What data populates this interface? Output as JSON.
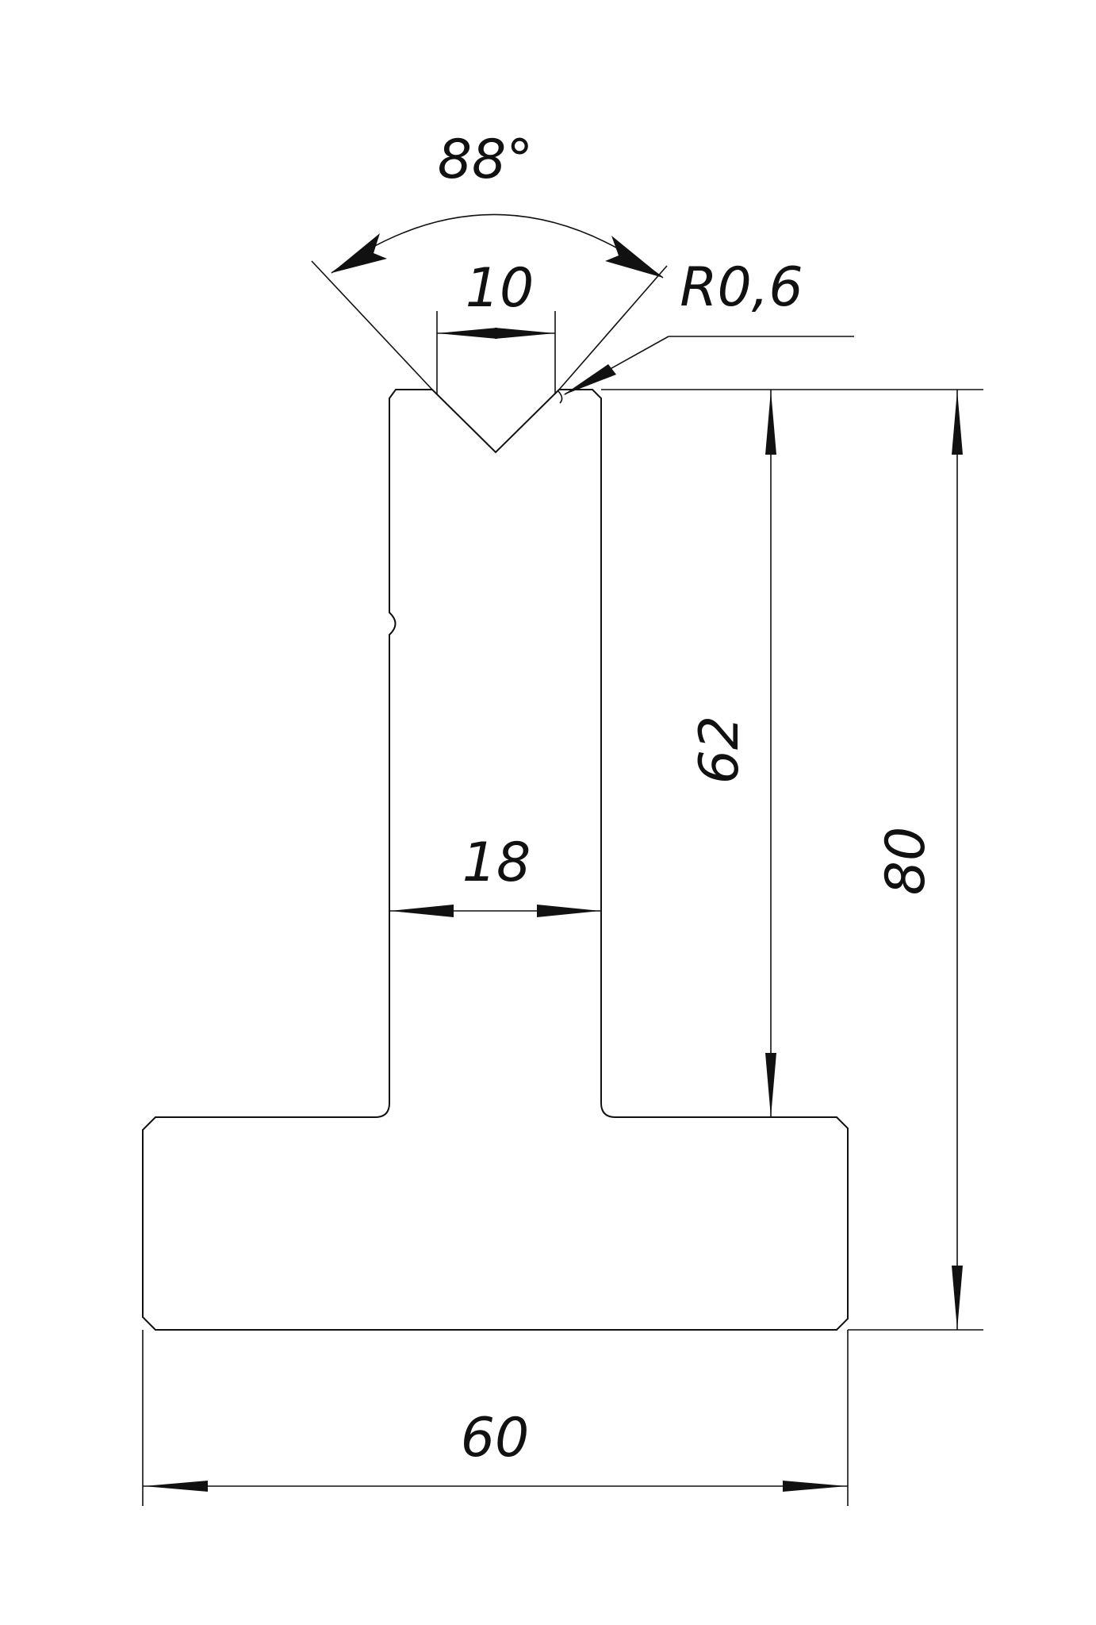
{
  "profile": {
    "fill_color": "#d9d9d9",
    "outline_color": "#111111"
  },
  "dimensions": {
    "angle": "88°",
    "v_opening": "10",
    "radius": "R0,6",
    "shank_height": "62",
    "total_height": "80",
    "shank_width": "18",
    "base_width": "60"
  }
}
